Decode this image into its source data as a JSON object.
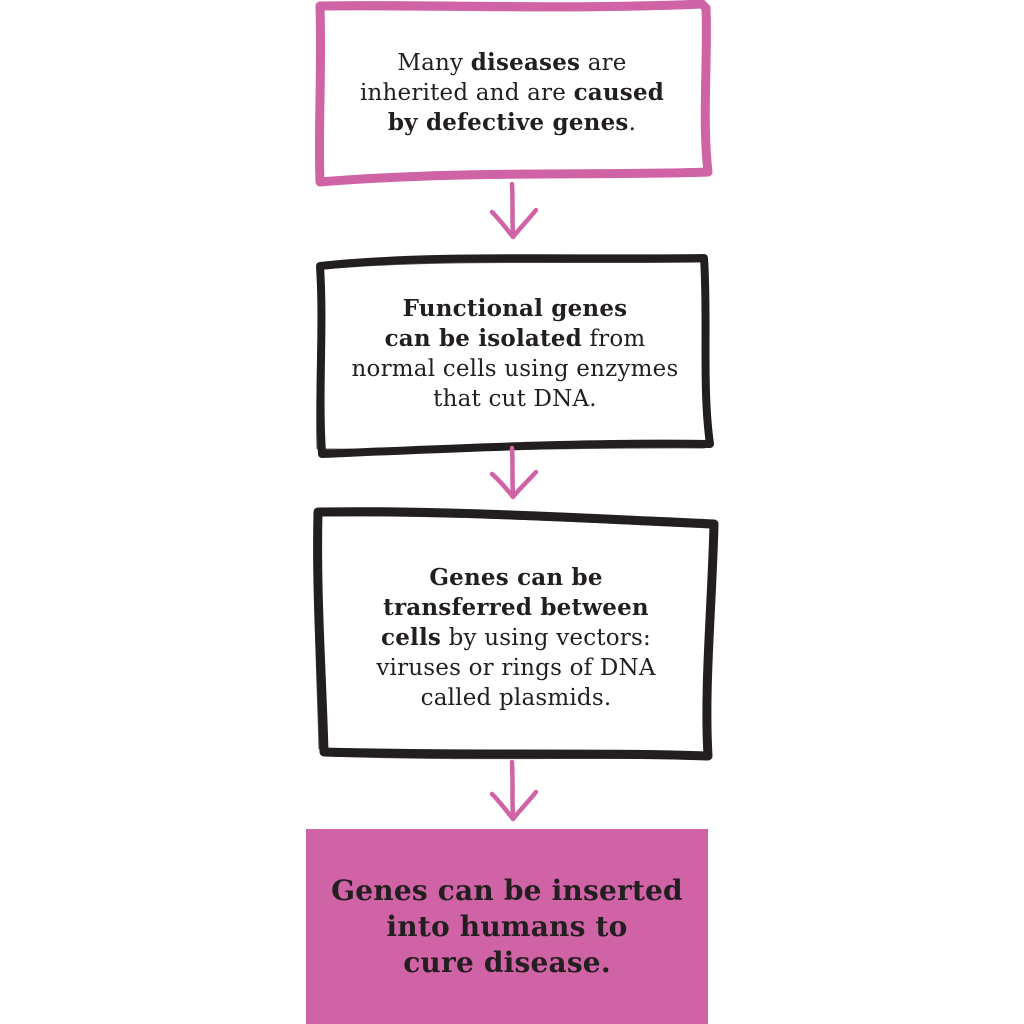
{
  "colors": {
    "pink": "#d062a6",
    "ink": "#231f20",
    "background": "#ffffff"
  },
  "steps": [
    {
      "frame_color": "#d062a6",
      "lines": [
        [
          {
            "t": "Many ",
            "b": false
          },
          {
            "t": "diseases",
            "b": true
          },
          {
            "t": " are",
            "b": false
          }
        ],
        [
          {
            "t": "inherited and are ",
            "b": false
          },
          {
            "t": "caused",
            "b": true
          }
        ],
        [
          {
            "t": "by defective genes",
            "b": true
          },
          {
            "t": ".",
            "b": false
          }
        ]
      ]
    },
    {
      "frame_color": "#231f20",
      "lines": [
        [
          {
            "t": "Functional genes",
            "b": true
          }
        ],
        [
          {
            "t": "can be isolated",
            "b": true
          },
          {
            "t": " from",
            "b": false
          }
        ],
        [
          {
            "t": "normal cells using enzymes",
            "b": false
          }
        ],
        [
          {
            "t": "that cut DNA.",
            "b": false
          }
        ]
      ]
    },
    {
      "frame_color": "#231f20",
      "lines": [
        [
          {
            "t": "Genes can be",
            "b": true
          }
        ],
        [
          {
            "t": "transferred between",
            "b": true
          }
        ],
        [
          {
            "t": "cells",
            "b": true
          },
          {
            "t": " by using vectors:",
            "b": false
          }
        ],
        [
          {
            "t": "viruses or rings of DNA",
            "b": false
          }
        ],
        [
          {
            "t": "called plasmids.",
            "b": false
          }
        ]
      ]
    },
    {
      "frame_color": "#d062a6",
      "lines": [
        [
          {
            "t": "Genes can be inserted",
            "b": true
          }
        ],
        [
          {
            "t": "into humans to",
            "b": true
          }
        ],
        [
          {
            "t": "cure disease.",
            "b": true
          }
        ]
      ]
    }
  ]
}
